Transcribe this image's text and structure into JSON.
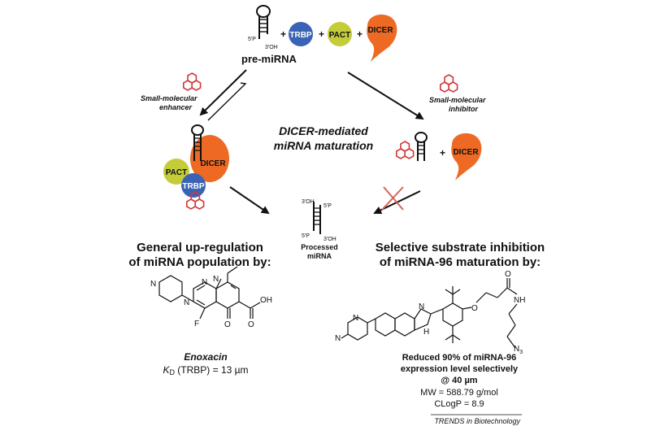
{
  "colors": {
    "trbp": "#3a63b5",
    "pact": "#c5cc3a",
    "dicer": "#ee6a24",
    "hex": "#d23a3a",
    "cross": "#d6655a",
    "ink": "#111111"
  },
  "icons": [
    "hairpin-rna-icon",
    "hexagon-molecule-icon",
    "arrow-icon",
    "cross-icon"
  ],
  "top": {
    "trbp": "TRBP",
    "pact": "PACT",
    "dicer": "DICER",
    "plus": "+",
    "p5": "5'P",
    "oh3": "3'OH",
    "caption": "pre-miRNA"
  },
  "left_arrow": {
    "line1": "Small-molecular",
    "line2": "enhancer"
  },
  "right_arrow": {
    "line1": "Small-molecular",
    "line2": "inhibitor"
  },
  "center": {
    "line1": "DICER-mediated",
    "line2": "miRNA maturation"
  },
  "complex": {
    "dicer": "DICER",
    "pact": "PACT",
    "trbp": "TRBP"
  },
  "inhibited": {
    "plus": "+",
    "dicer": "DICER"
  },
  "processed": {
    "oh3_top": "3'OH",
    "p5_top": "5'P",
    "p5_bot": "5'P",
    "oh3_bot": "3'OH",
    "line1": "Processed",
    "line2": "miRNA"
  },
  "left_heading": {
    "line1": "General up-regulation",
    "line2": "of miRNA population by:"
  },
  "right_heading": {
    "line1": "Selective substrate inhibition",
    "line2": "of miRNA-96 maturation by:"
  },
  "enoxacin": {
    "atoms": {
      "N1": "N",
      "N2": "N",
      "N3": "N",
      "N4": "N",
      "F": "F",
      "O1": "O",
      "O2": "O",
      "OH": "OH"
    },
    "name": "Enoxacin",
    "kd_k": "K",
    "kd_sub": "D",
    "kd_rest": " (TRBP) = 13 µm"
  },
  "inhibitor": {
    "atoms": {
      "N1": "N",
      "N2": "N",
      "N3": "N",
      "NH": "H",
      "O1": "O",
      "O2": "O",
      "NH2": "NH",
      "N3label": "N",
      "N3sub": "3"
    },
    "line1": "Reduced 90% of miRNA-96",
    "line2": "expression level selectively",
    "line3": "@ 40 µm",
    "mw": "MW = 588.79 g/mol",
    "clogp": "CLogP = 8.9"
  },
  "credit": "TRENDS in Biotechnology"
}
